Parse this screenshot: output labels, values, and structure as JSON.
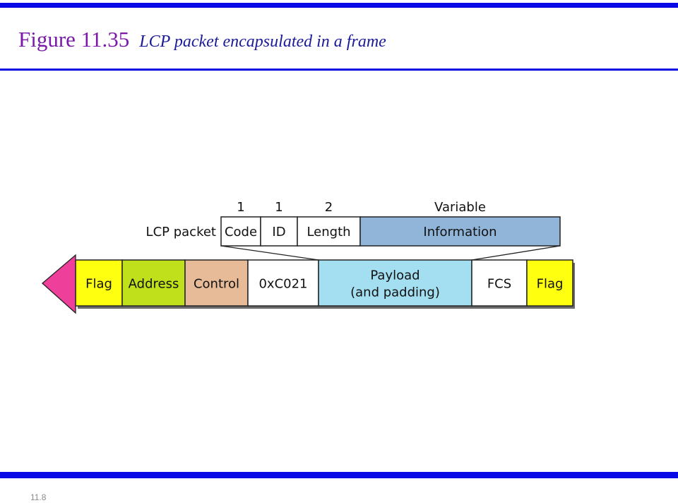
{
  "slide": {
    "figure_number": "Figure 11.35",
    "caption": "LCP packet encapsulated in a frame",
    "page_number": "11.8"
  },
  "lcp_packet": {
    "label": "LCP packet",
    "fields": [
      {
        "name": "Code",
        "size": "1",
        "color": "#ffffff"
      },
      {
        "name": "ID",
        "size": "1",
        "color": "#ffffff"
      },
      {
        "name": "Length",
        "size": "2",
        "color": "#ffffff"
      },
      {
        "name": "Information",
        "size": "Variable",
        "color": "#91b4d9"
      }
    ]
  },
  "frame": {
    "arrow_color": "#ee3f9b",
    "fields": [
      {
        "lines": [
          "Flag"
        ],
        "color": "#ffff10"
      },
      {
        "lines": [
          "Address"
        ],
        "color": "#bfe01a"
      },
      {
        "lines": [
          "Control"
        ],
        "color": "#e8bb98"
      },
      {
        "lines": [
          "0xC021"
        ],
        "color": "#ffffff"
      },
      {
        "lines": [
          "Payload",
          "(and padding)"
        ],
        "color": "#a3dff0"
      },
      {
        "lines": [
          "FCS"
        ],
        "color": "#ffffff"
      },
      {
        "lines": [
          "Flag"
        ],
        "color": "#ffff10"
      }
    ]
  }
}
